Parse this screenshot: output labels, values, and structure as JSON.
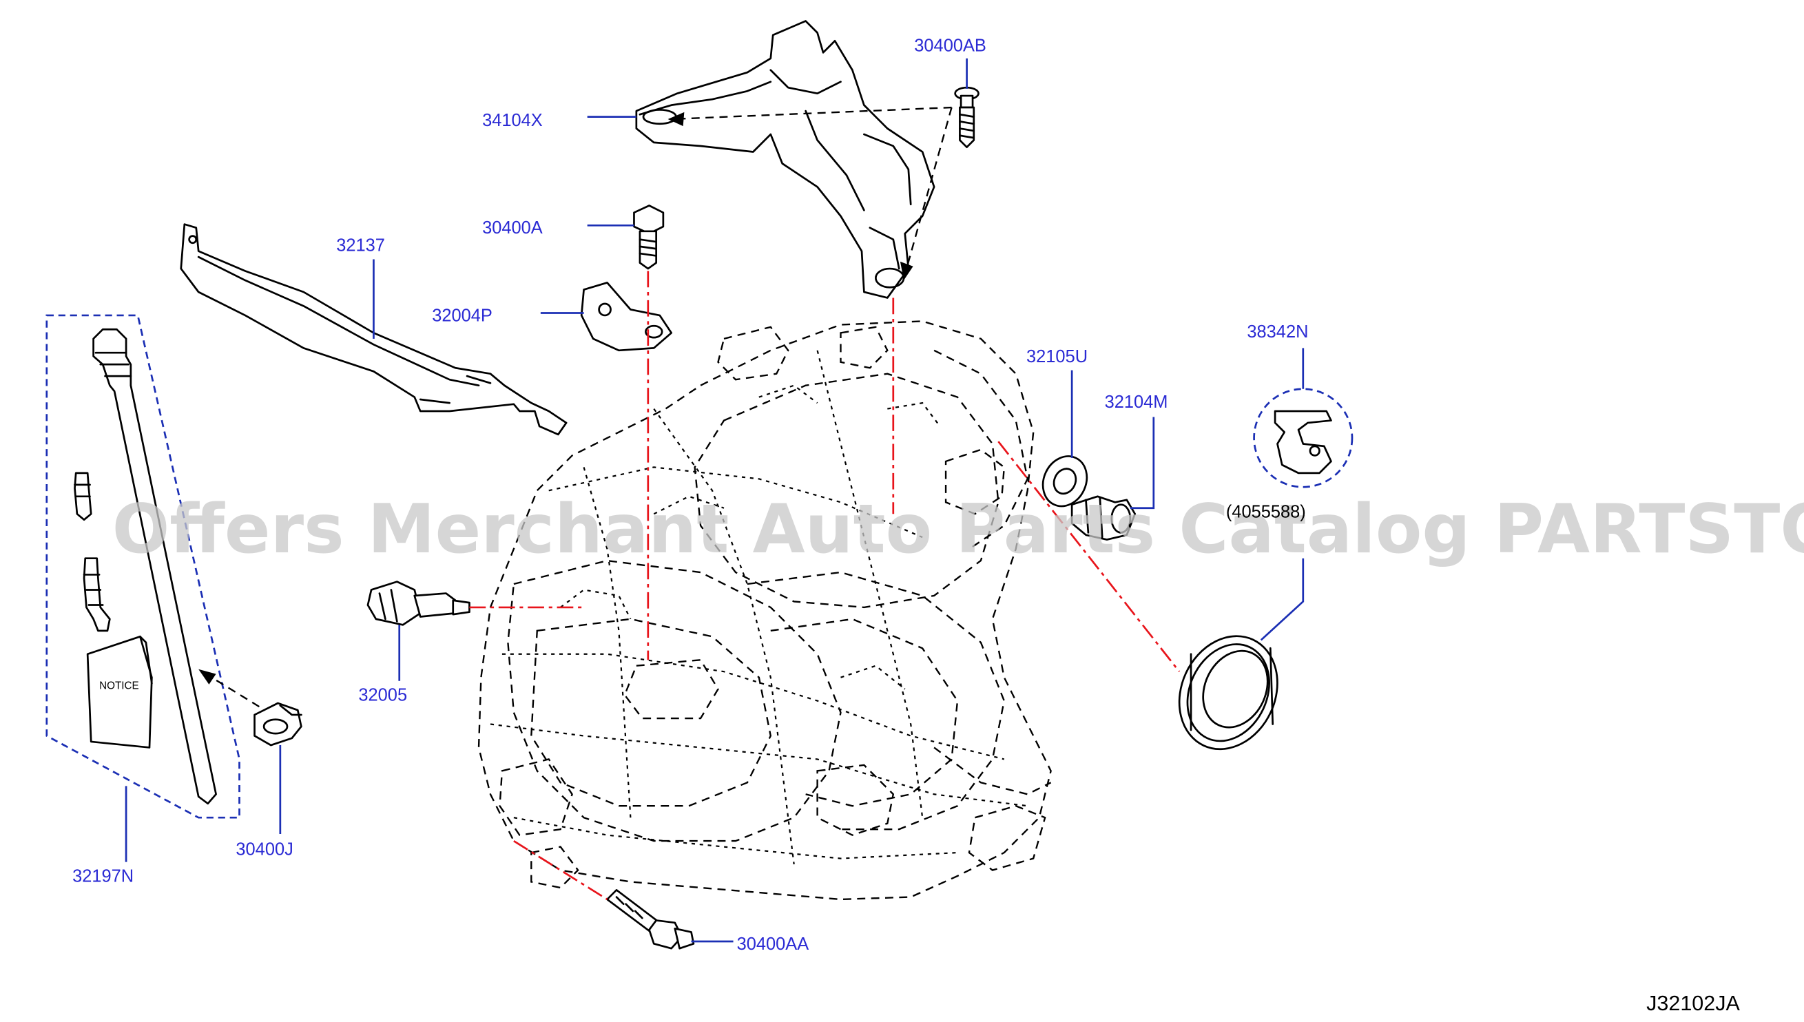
{
  "colors": {
    "callout": "#2a2ad4",
    "leader": "#1b2fb4",
    "centerline": "#e8141b",
    "line_art": "#000000",
    "watermark": "#c8c8c8"
  },
  "watermark_text": "Offers Merchant Auto Parts Catalog PARTSTORE.SA",
  "diagram_code": "J32102JA",
  "parts": [
    {
      "id": "34104X",
      "label": "34104X"
    },
    {
      "id": "30400AB",
      "label": "30400AB"
    },
    {
      "id": "32137",
      "label": "32137"
    },
    {
      "id": "30400A",
      "label": "30400A"
    },
    {
      "id": "32004P",
      "label": "32004P"
    },
    {
      "id": "38342N",
      "label": "38342N"
    },
    {
      "id": "32105U",
      "label": "32105U"
    },
    {
      "id": "32104M",
      "label": "32104M"
    },
    {
      "id": "32005",
      "label": "32005"
    },
    {
      "id": "32197N",
      "label": "32197N"
    },
    {
      "id": "30400J",
      "label": "30400J"
    },
    {
      "id": "30400AA",
      "label": "30400AA"
    }
  ],
  "note_ref": "(4055588)",
  "notice_booklet_text": "NOTICE"
}
